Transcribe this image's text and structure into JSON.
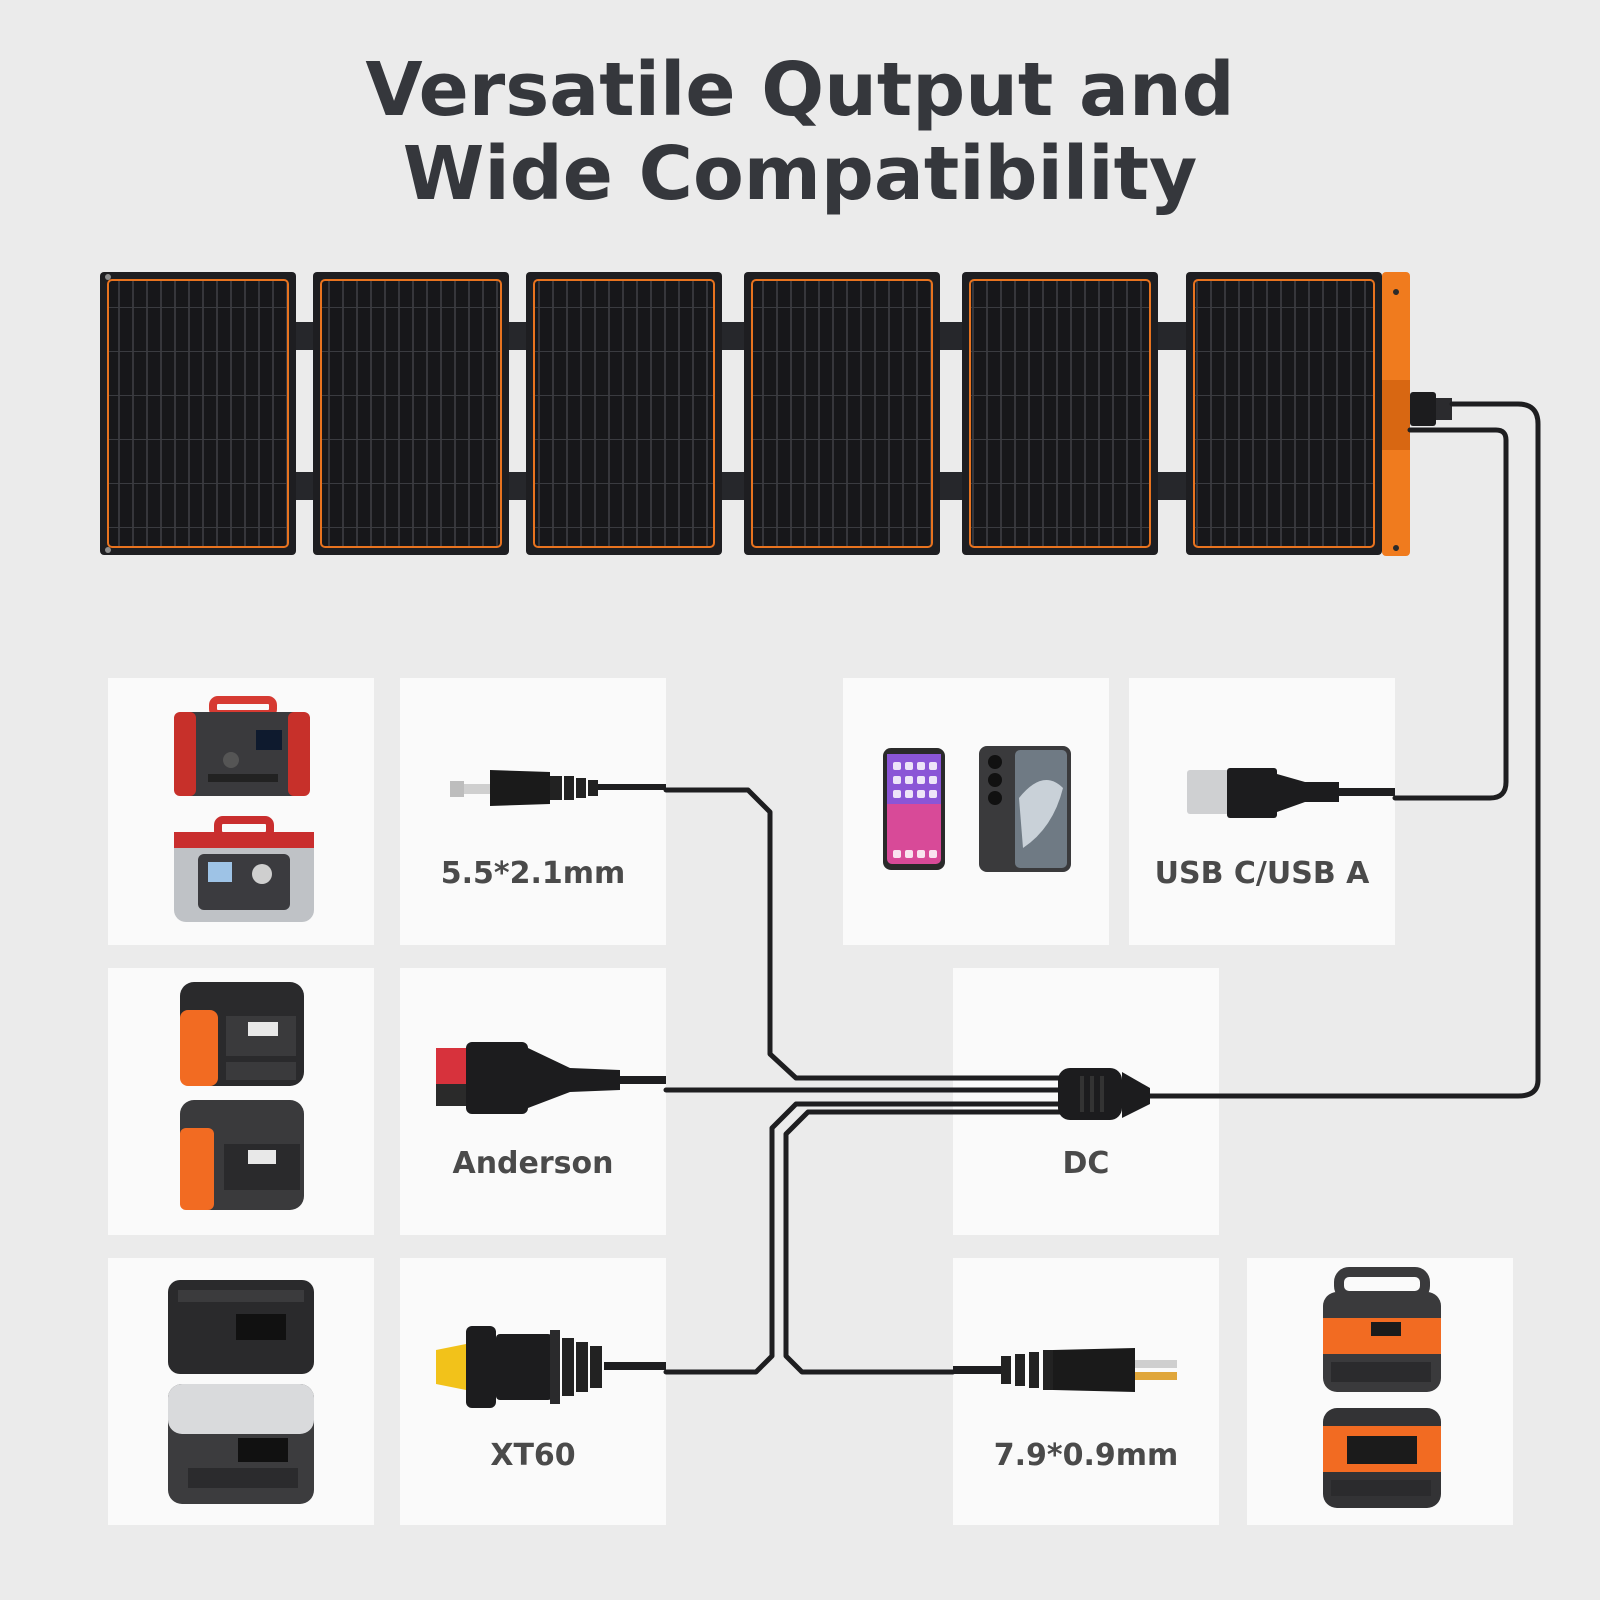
{
  "title": {
    "line1": "Versatile Qutput and",
    "line2": "Wide Compatibility"
  },
  "panel": {
    "cell_count": 6,
    "accent": "#f07b1e",
    "panel_color": "#1b1b1d",
    "hinge_color": "#26272b"
  },
  "cards": [
    {
      "id": "powerstation-red",
      "label": ""
    },
    {
      "id": "connector-5521",
      "label": "5.5*2.1mm"
    },
    {
      "id": "phones",
      "label": ""
    },
    {
      "id": "connector-usb",
      "label": "USB C/USB A"
    },
    {
      "id": "powerstation-orange",
      "label": ""
    },
    {
      "id": "connector-anderson",
      "label": "Anderson"
    },
    {
      "id": "splitter-dc",
      "label": "DC"
    },
    {
      "id": "powerstation-ecoflow",
      "label": ""
    },
    {
      "id": "connector-xt60",
      "label": "XT60"
    },
    {
      "id": "connector-7909",
      "label": "7.9*0.9mm"
    },
    {
      "id": "powerstation-jackery",
      "label": ""
    }
  ],
  "colors": {
    "background": "#ebebeb",
    "card": "#fafafa",
    "text": "#35373c",
    "cable": "#1e1e20",
    "anderson_red": "#d7323c",
    "xt60_yellow": "#f2c21a"
  }
}
